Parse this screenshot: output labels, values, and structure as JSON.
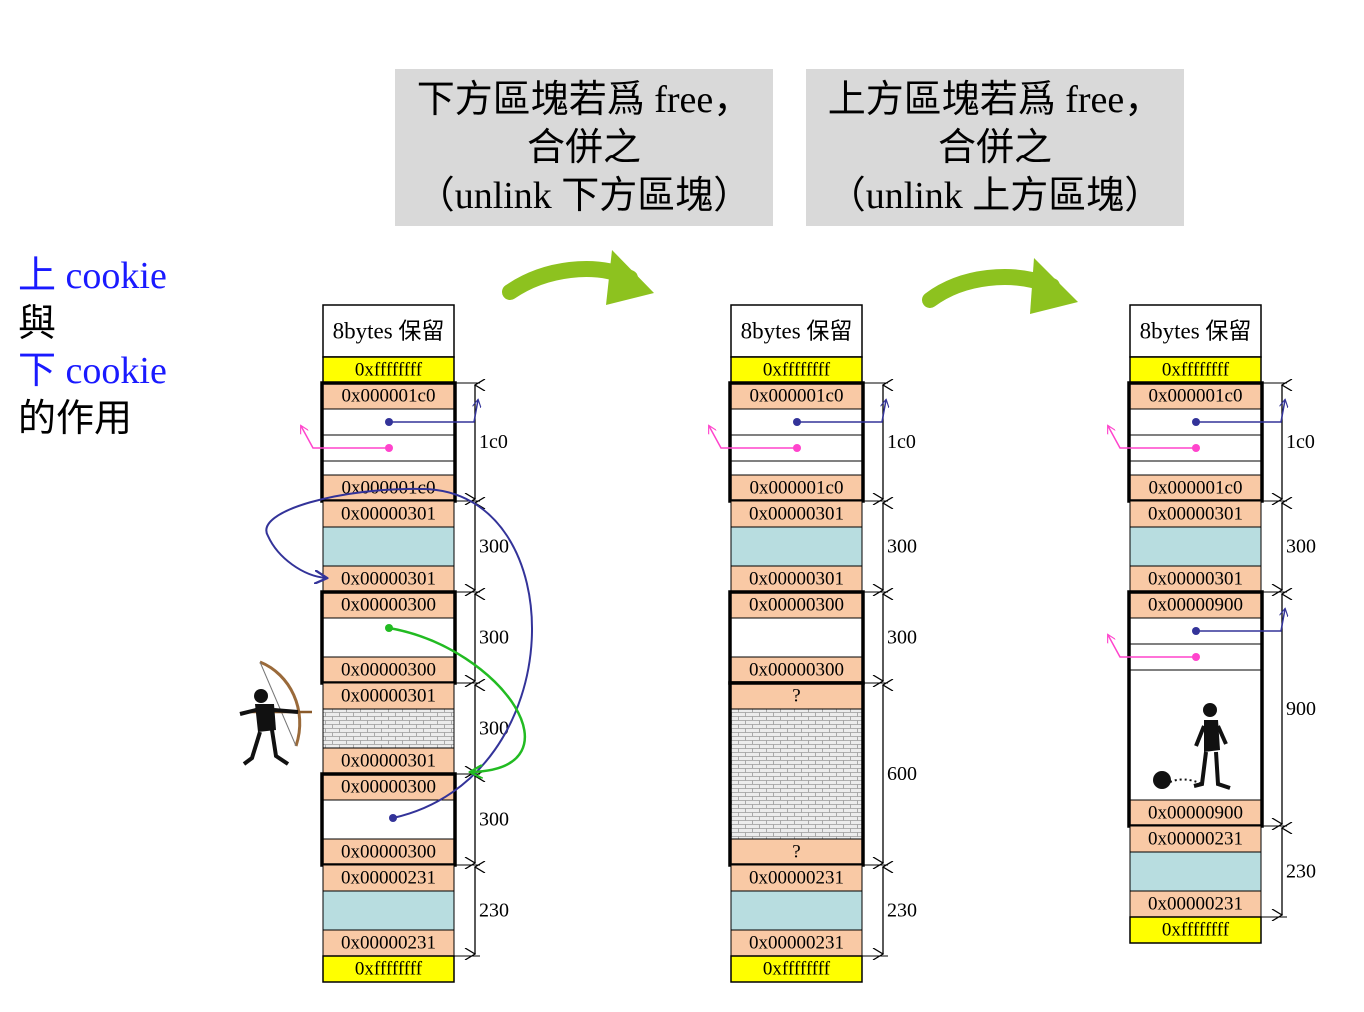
{
  "captions": [
    {
      "lines": [
        "下方區塊若爲 free，",
        "合併之",
        "（unlink 下方區塊）"
      ]
    },
    {
      "lines": [
        "上方區塊若爲 free，",
        "合併之",
        "（unlink 上方區塊）"
      ]
    }
  ],
  "side_note": {
    "line1_cjk": "上",
    "line1_word": " cookie",
    "line2": "與",
    "line3_cjk": "下",
    "line3_word": " cookie",
    "line4": "的作用"
  },
  "colors": {
    "cookie_fill": "#f9c9a5",
    "sentinel_fill": "#ffff00",
    "free_fill": "#b8dde0",
    "arrow_green": "#8dc21f",
    "link_blue": "#333399",
    "link_magenta": "#ff44cc",
    "coalesce_green": "#22bb22",
    "caption_bg": "#d9d9d9"
  },
  "columns": [
    {
      "header": "8bytes 保留",
      "top_sentinel": "0xffffffff",
      "bottom_sentinel": "0xffffffff",
      "blocks": [
        {
          "top": "0x000001c0",
          "bottom": "0x000001c0",
          "size": "1c0",
          "body": "links",
          "bold": true
        },
        {
          "top": "0x00000301",
          "bottom": "0x00000301",
          "size": "300",
          "body": "free"
        },
        {
          "top": "0x00000300",
          "bottom": "0x00000300",
          "size": "300",
          "body": "blank",
          "bold": true
        },
        {
          "top": "0x00000301",
          "bottom": "0x00000301",
          "size": "300",
          "body": "brick"
        },
        {
          "top": "0x00000300",
          "bottom": "0x00000300",
          "size": "300",
          "body": "blank",
          "bold": true
        },
        {
          "top": "0x00000231",
          "bottom": "0x00000231",
          "size": "230",
          "body": "free"
        }
      ]
    },
    {
      "header": "8bytes 保留",
      "top_sentinel": "0xffffffff",
      "bottom_sentinel": "0xffffffff",
      "blocks": [
        {
          "top": "0x000001c0",
          "bottom": "0x000001c0",
          "size": "1c0",
          "body": "links",
          "bold": true
        },
        {
          "top": "0x00000301",
          "bottom": "0x00000301",
          "size": "300",
          "body": "free"
        },
        {
          "top": "0x00000300",
          "bottom": "0x00000300",
          "size": "300",
          "body": "blank",
          "bold": true
        },
        {
          "top": "?",
          "bottom": "?",
          "size": "600",
          "body": "brick",
          "bold": true
        },
        {
          "top": "0x00000231",
          "bottom": "0x00000231",
          "size": "230",
          "body": "free"
        }
      ]
    },
    {
      "header": "8bytes 保留",
      "top_sentinel": "0xffffffff",
      "bottom_sentinel": "0xffffffff",
      "blocks": [
        {
          "top": "0x000001c0",
          "bottom": "0x000001c0",
          "size": "1c0",
          "body": "links",
          "bold": true
        },
        {
          "top": "0x00000301",
          "bottom": "0x00000301",
          "size": "300",
          "body": "free"
        },
        {
          "top": "0x00000900",
          "bottom": "0x00000900",
          "size": "900",
          "body": "links-prisoner",
          "bold": true
        },
        {
          "top": "0x00000231",
          "bottom": "0x00000231",
          "size": "230",
          "body": "free"
        }
      ]
    }
  ]
}
